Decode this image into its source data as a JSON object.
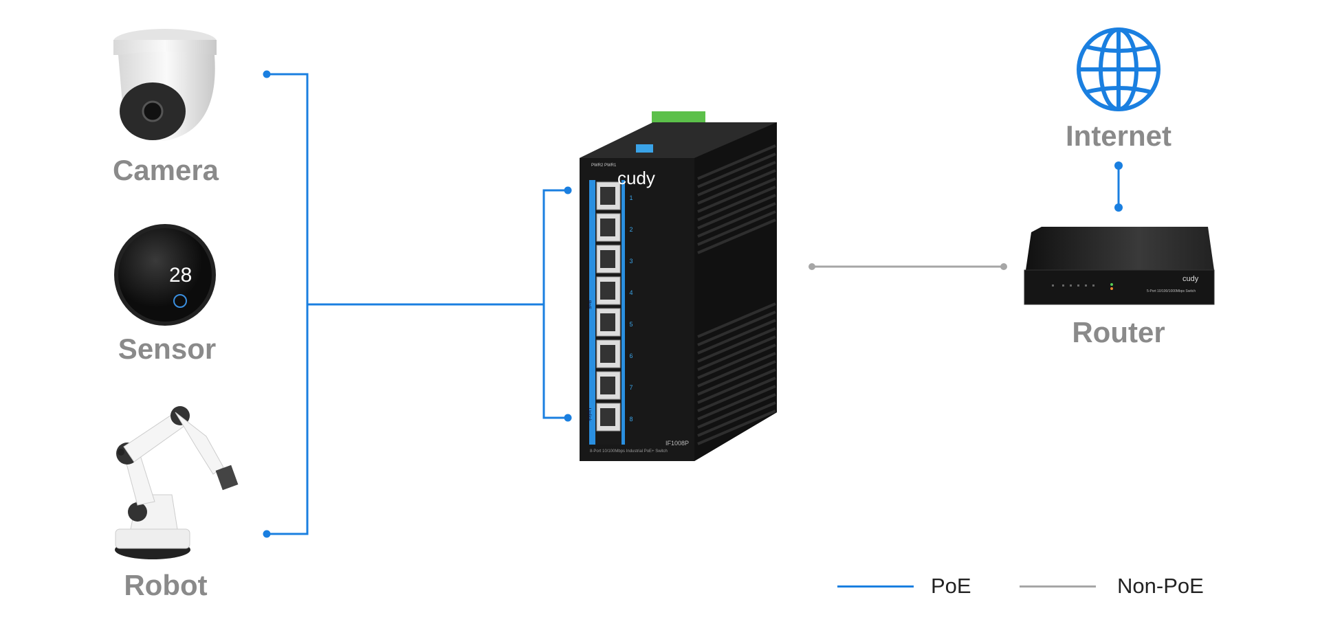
{
  "devices": {
    "camera": {
      "label": "Camera"
    },
    "sensor": {
      "label": "Sensor",
      "display_value": "28"
    },
    "robot": {
      "label": "Robot"
    },
    "internet": {
      "label": "Internet"
    },
    "router": {
      "label": "Router",
      "brand": "cudy",
      "description": "5-Port 10/100/1000Mbps Switch"
    },
    "switch": {
      "brand": "cudy",
      "model": "IF1008P",
      "description": "8-Port 10/100Mbps Industrial PoE+ Switch",
      "ports": [
        "1",
        "2",
        "3",
        "4",
        "5",
        "6",
        "7",
        "8"
      ],
      "side_labels": [
        "PoE",
        "Uplink"
      ],
      "power_labels": [
        "PWR2",
        "PWR1"
      ]
    }
  },
  "legend": {
    "poe": {
      "label": "PoE",
      "color": "#1a7fe0"
    },
    "non_poe": {
      "label": "Non-PoE",
      "color": "#a6a6a6"
    }
  }
}
